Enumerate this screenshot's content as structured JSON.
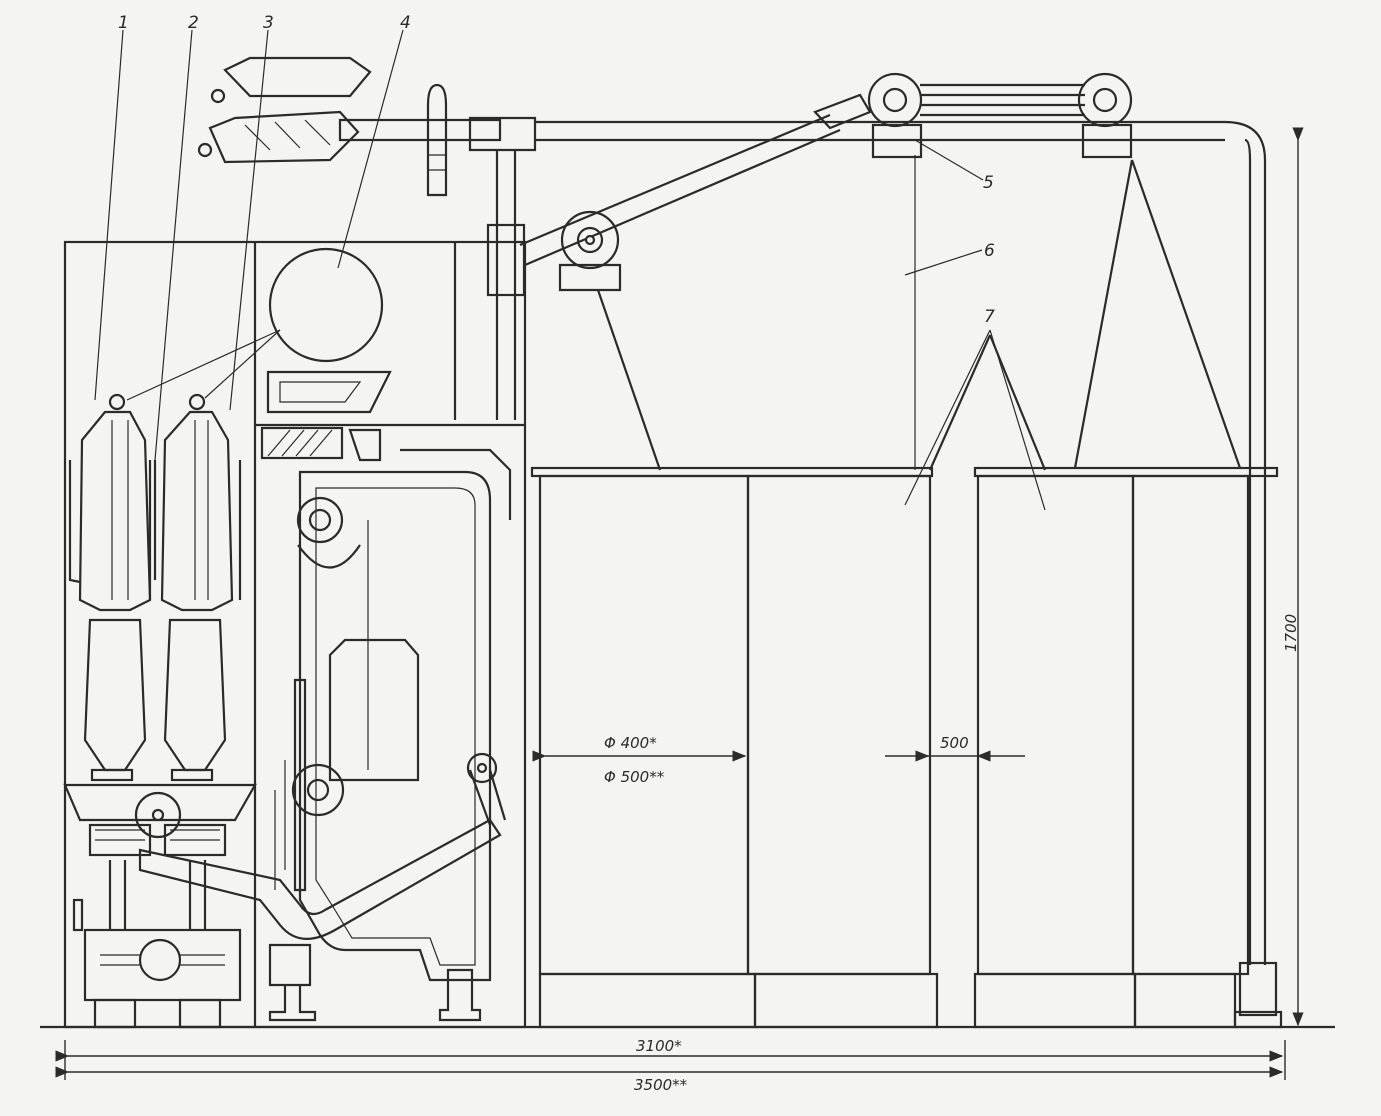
{
  "callouts": [
    "1",
    "2",
    "3",
    "4",
    "5",
    "6",
    "7"
  ],
  "dimensions": {
    "overall_length_a": "3100*",
    "overall_length_b": "3500**",
    "height": "1700",
    "can_diameter_a": "Φ 400*",
    "can_diameter_b": "Φ 500**",
    "can_gap": "500"
  }
}
